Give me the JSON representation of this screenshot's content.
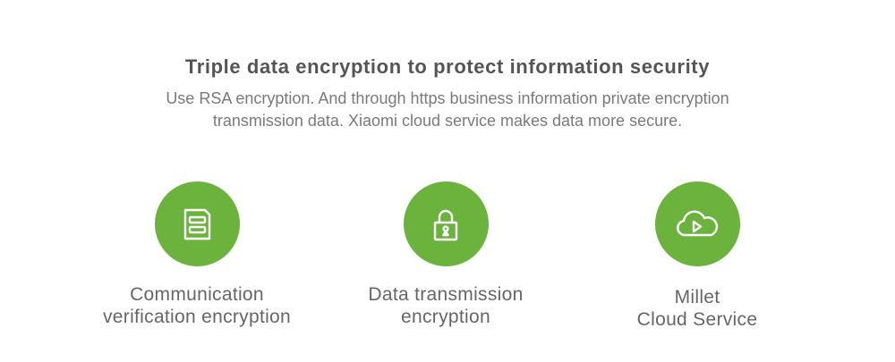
{
  "header": {
    "title": "Triple data encryption to protect information security",
    "subtitle_line1": "Use RSA encryption. And through https business information private encryption",
    "subtitle_line2": "transmission data. Xiaomi cloud service makes data more secure."
  },
  "colors": {
    "accent": "#6cb33e",
    "title": "#555555",
    "text": "#7a7a7a"
  },
  "features": [
    {
      "icon": "storage-card-icon",
      "label_line1": "Communication",
      "label_line2": "verification encryption"
    },
    {
      "icon": "padlock-icon",
      "label_line1": "Data transmission",
      "label_line2": "encryption"
    },
    {
      "icon": "cloud-play-icon",
      "label_line1": "Millet",
      "label_line2": "Cloud Service"
    }
  ]
}
